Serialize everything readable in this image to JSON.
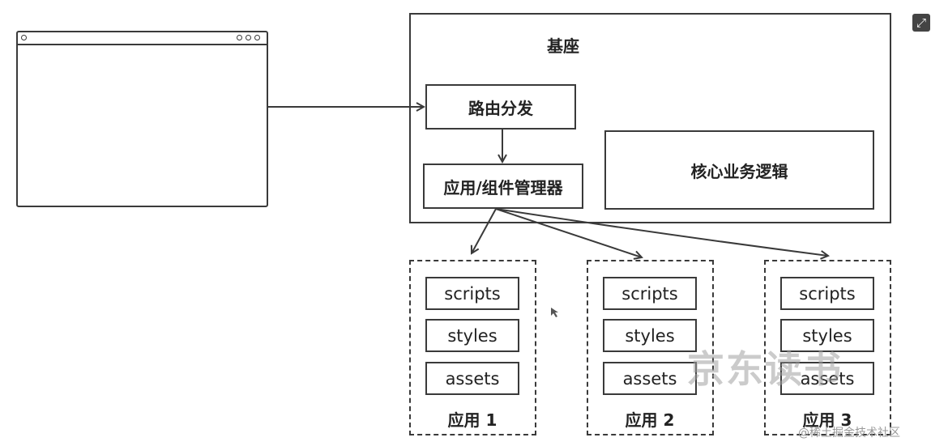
{
  "base": {
    "title": "基座"
  },
  "router": {
    "label": "路由分发"
  },
  "manager": {
    "label": "应用/组件管理器"
  },
  "core": {
    "label": "核心业务逻辑"
  },
  "apps": [
    {
      "name": "应用 1",
      "resources": [
        "scripts",
        "styles",
        "assets"
      ]
    },
    {
      "name": "应用 2",
      "resources": [
        "scripts",
        "styles",
        "assets"
      ]
    },
    {
      "name": "应用 3",
      "resources": [
        "scripts",
        "styles",
        "assets"
      ]
    }
  ],
  "watermark": {
    "text": "京东读书",
    "credit": "@稀土掘金技术社区"
  },
  "icons": {
    "expand": "expand-icon",
    "cursor": "cursor-icon"
  },
  "colors": {
    "line": "#3a3a3a",
    "background": "#ffffff"
  }
}
